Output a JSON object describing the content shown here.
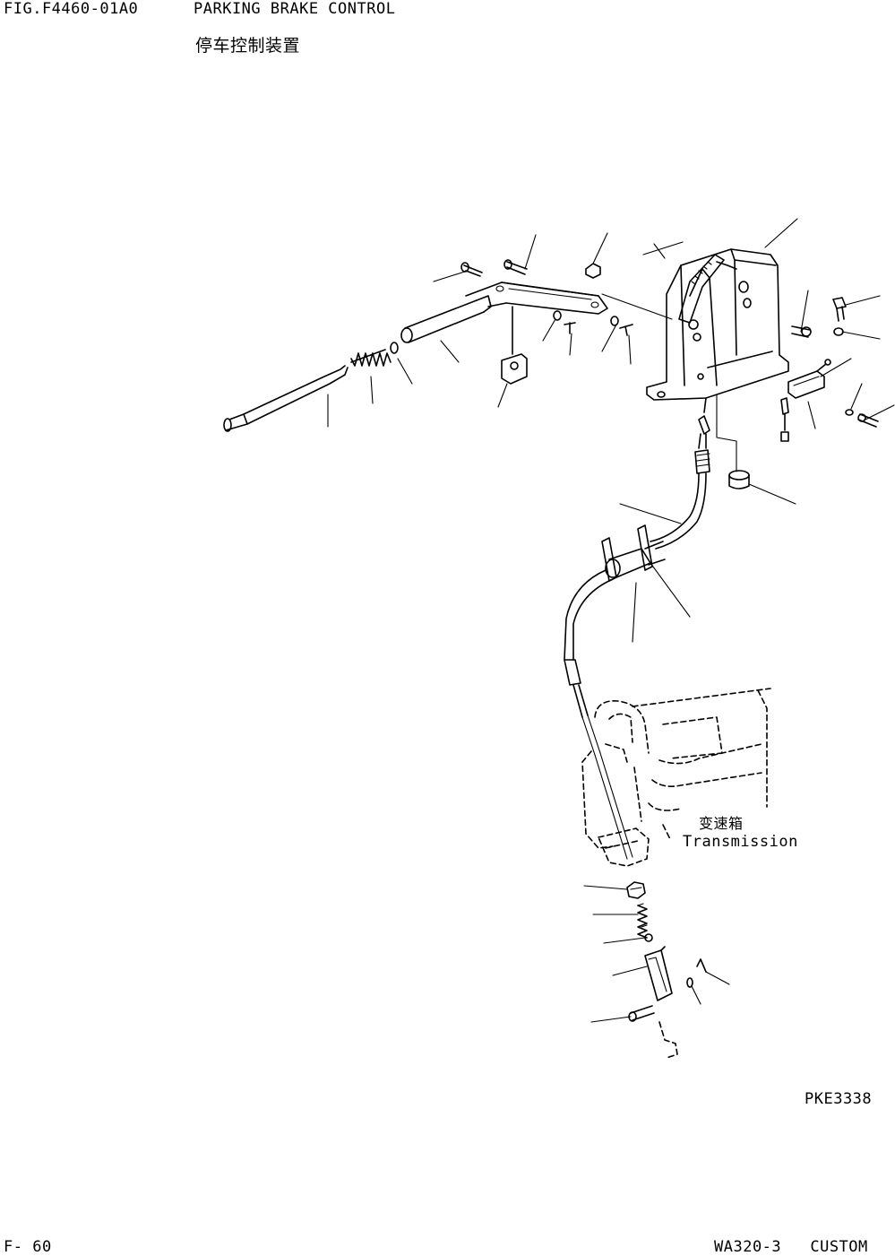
{
  "header": {
    "fig_number": "FIG.F4460-01A0",
    "title_en": "PARKING BRAKE CONTROL",
    "title_cn": "停车控制装置"
  },
  "diagram": {
    "label_cn": "变速箱",
    "label_en": "Transmission",
    "drawing_code": "PKE3338"
  },
  "footer": {
    "page_number": "F- 60",
    "model": "WA320-3   CUSTOM"
  }
}
